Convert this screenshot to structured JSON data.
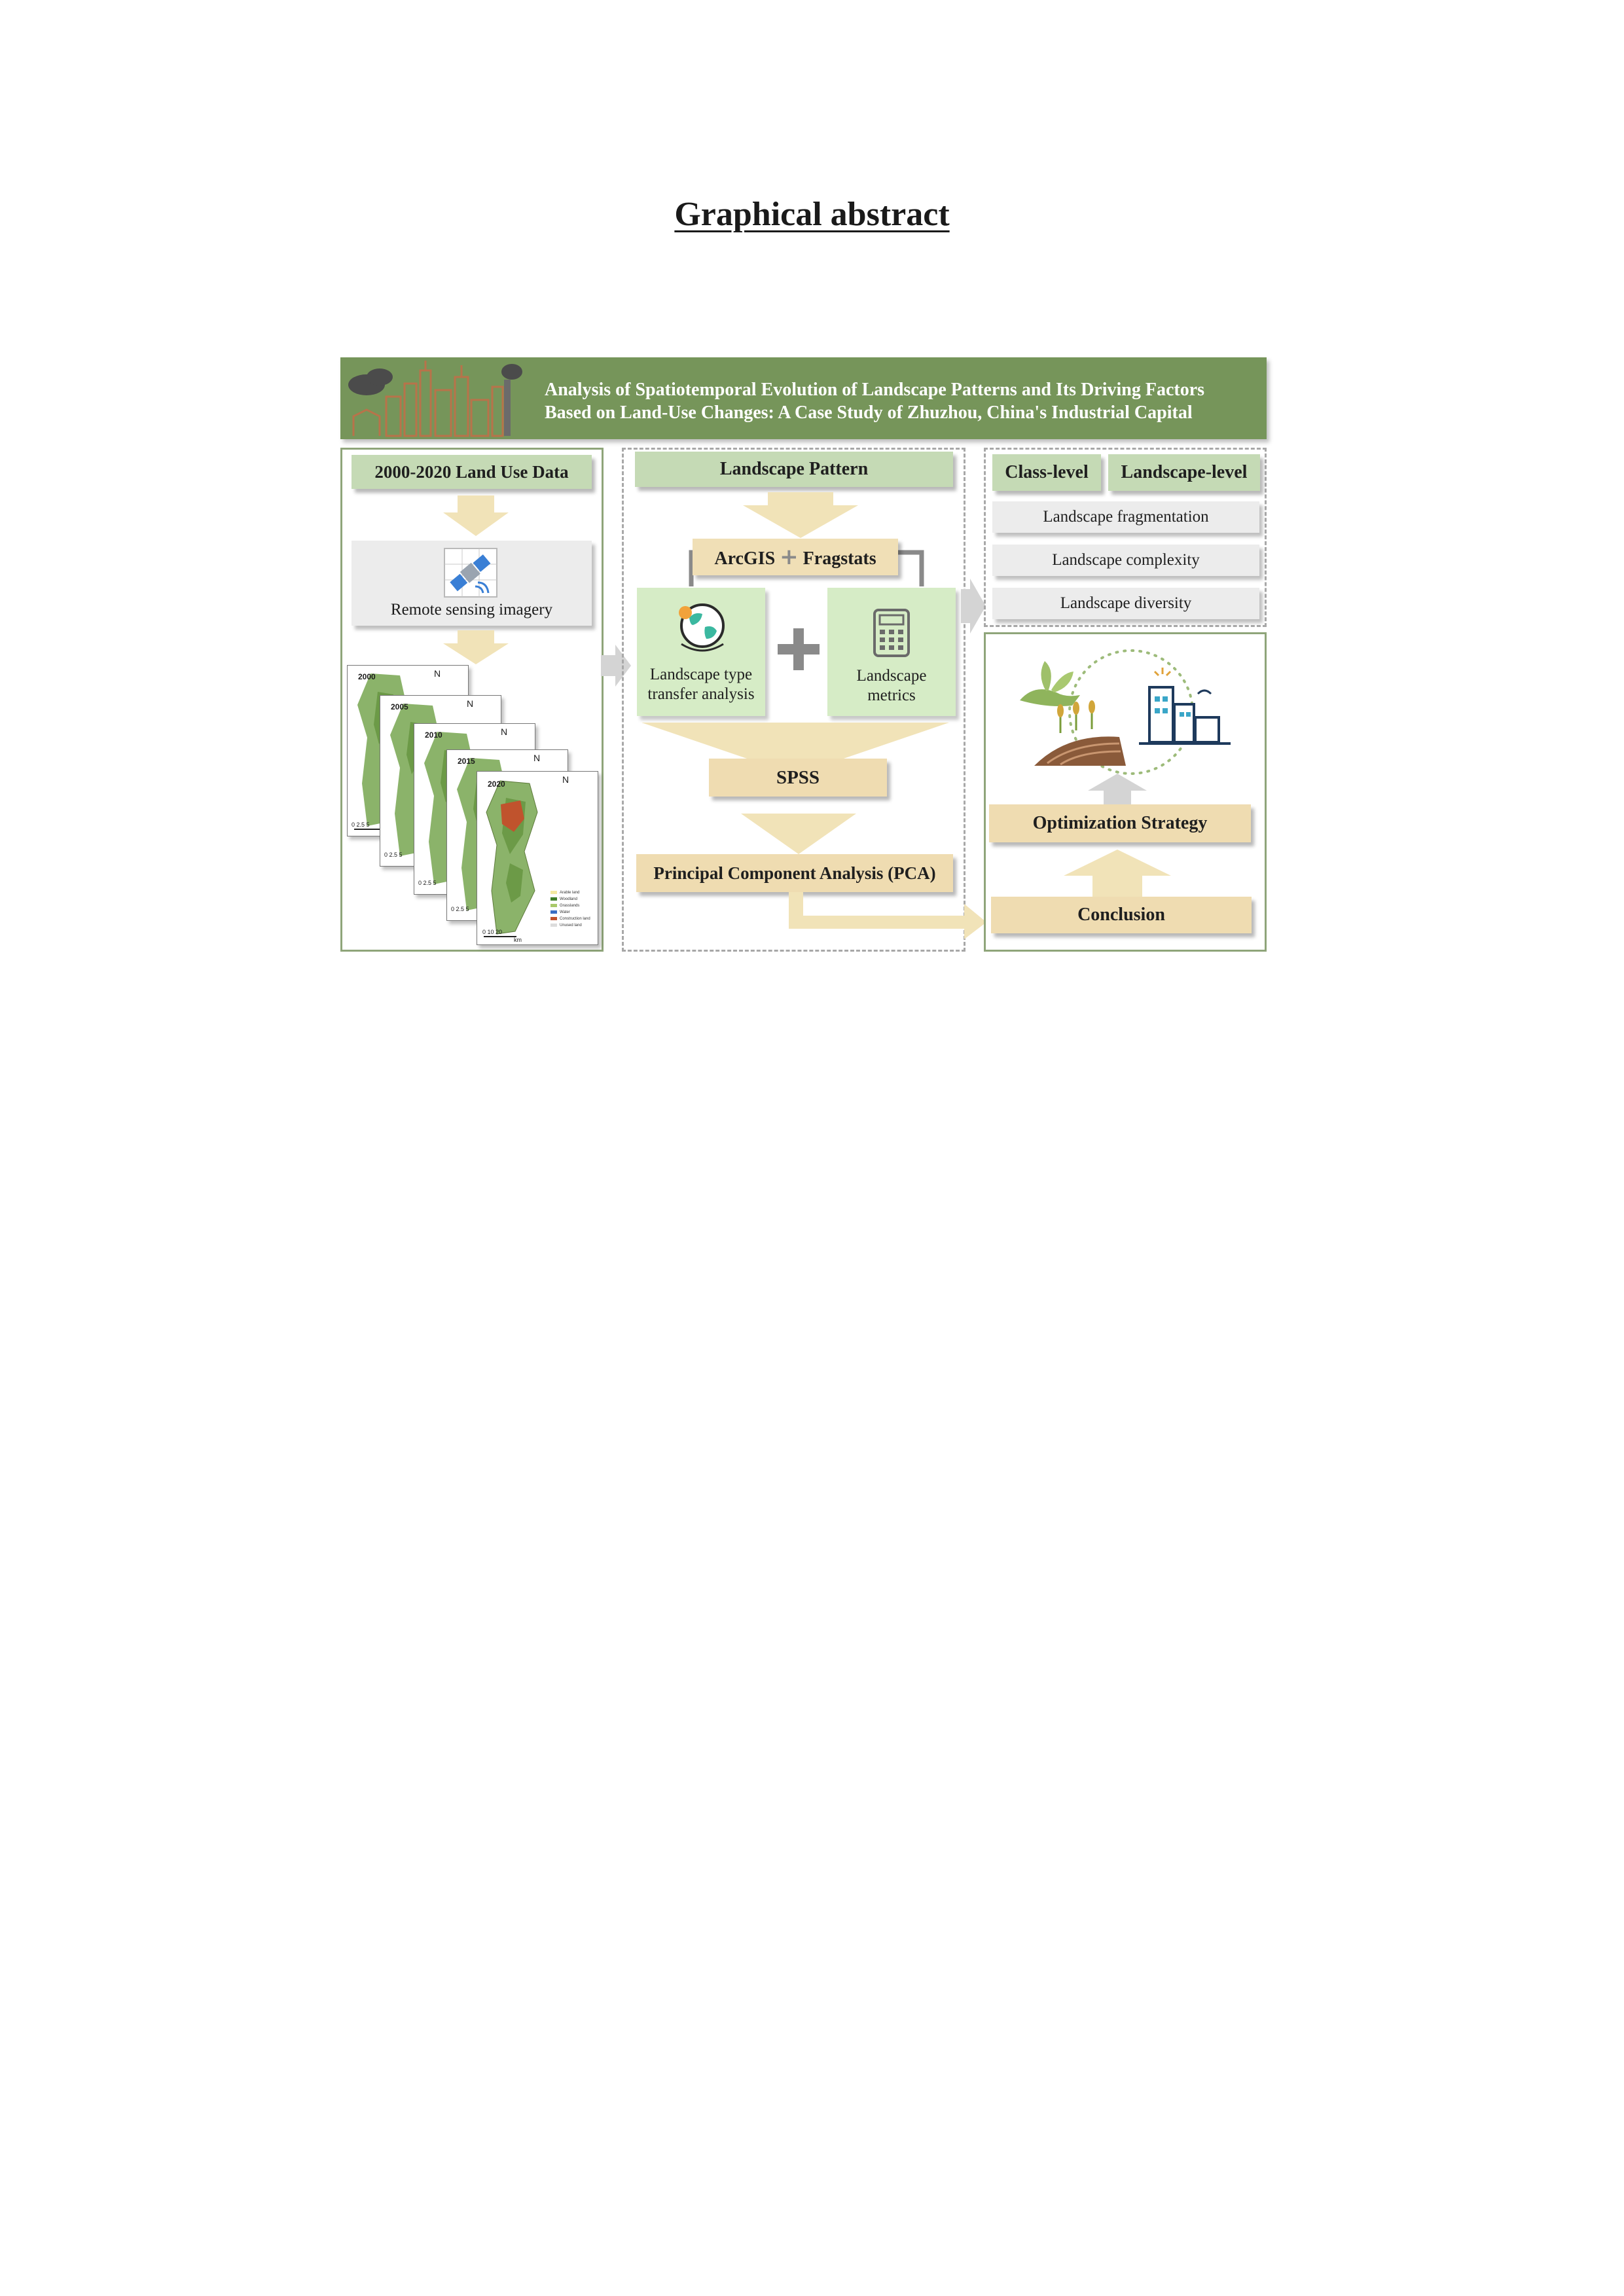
{
  "page": {
    "title": "Graphical abstract"
  },
  "banner": {
    "line1": "Analysis of Spatiotemporal Evolution of Landscape Patterns and Its Driving Factors",
    "line2": "Based on Land-Use Changes: A Case Study of Zhuzhou, China's Industrial Capital"
  },
  "left": {
    "header": "2000-2020 Land Use Data",
    "remote_sensing": "Remote sensing imagery",
    "years": [
      "2000",
      "2005",
      "2010",
      "2015",
      "2020"
    ],
    "north_label": "N",
    "scale_label": "0 2.5 5",
    "scale_label_last": "0  10   20",
    "scale_unit": "km",
    "legend": [
      "Arable land",
      "Woodland",
      "Grasslands",
      "Water",
      "Construction land",
      "Unused land"
    ]
  },
  "center": {
    "header": "Landscape Pattern",
    "tools_a": "ArcGIS",
    "tools_b": "Fragstats",
    "transfer_line1": "Landscape type",
    "transfer_line2": "transfer analysis",
    "metrics_line1": "Landscape",
    "metrics_line2": "metrics",
    "spss": "SPSS",
    "pca": "Principal Component Analysis (PCA)"
  },
  "right": {
    "class_level": "Class-level",
    "landscape_level": "Landscape-level",
    "metrics": [
      "Landscape fragmentation",
      "Landscape complexity",
      "Landscape diversity"
    ],
    "optimization": "Optimization Strategy",
    "conclusion": "Conclusion"
  },
  "colors": {
    "banner_green": "#76955a",
    "box_green": "#c5dab5",
    "box_tan": "#efdcb1",
    "arrow_tan": "#f1e3b8",
    "arrow_gray": "#d4d4d4",
    "panel_border": "#8fa57a"
  },
  "icons": [
    "city-skyline-icon",
    "satellite-icon",
    "globe-icon",
    "calculator-icon",
    "plus-icon",
    "plant-hand-icon",
    "field-icon",
    "factory-icon"
  ]
}
